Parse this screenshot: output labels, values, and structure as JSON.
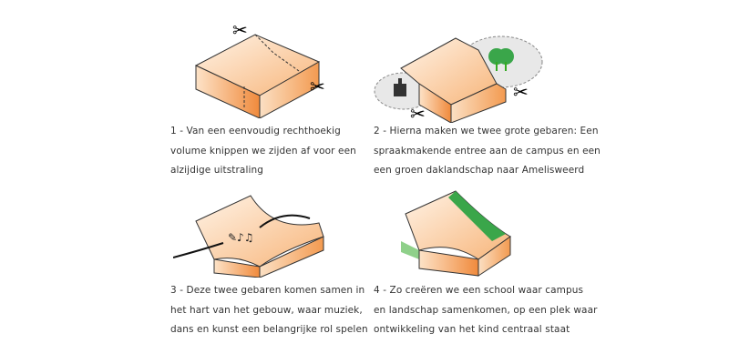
{
  "steps": [
    {
      "lines": [
        "1 - Van een eenvoudig rechthoekig",
        "volume knippen we zijden af voor een",
        "alzijdige uitstraling"
      ]
    },
    {
      "lines": [
        "2 - Hierna maken we twee grote gebaren: Een",
        "spraakmakende entree aan de campus en een",
        "een groen daklandschap naar Amelisweerd"
      ]
    },
    {
      "lines": [
        "3 - Deze twee gebaren komen samen in",
        "het hart van het gebouw, waar muziek,",
        "dans en kunst een belangrijke rol spelen"
      ]
    },
    {
      "lines": [
        "4 - Zo creëren we een school waar campus",
        "en landschap samenkomen, op een plek waar",
        "ontwikkeling van het kind centraal staat"
      ]
    }
  ],
  "colors": {
    "orange": "#f08a3c",
    "light": "#fde9d6",
    "green": "#3aa64a",
    "grey": "#e6e6e6"
  }
}
